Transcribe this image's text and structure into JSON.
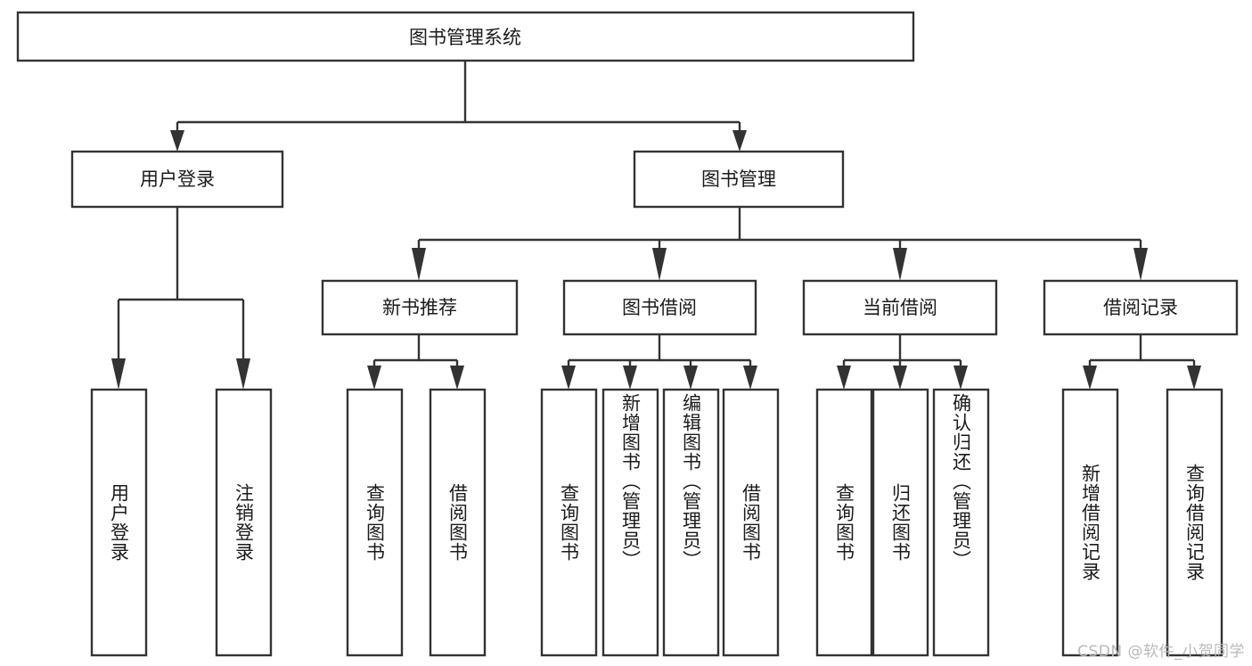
{
  "diagram": {
    "type": "tree-hierarchy",
    "title": "图书管理系统",
    "watermark": "CSDN @软件_小贺同学",
    "colors": {
      "stroke": "#333333",
      "fill": "#ffffff",
      "text": "#1b1b1b",
      "watermark": "#b9b9b9"
    },
    "levels": {
      "root": {
        "label": "图书管理系统"
      },
      "level2": [
        {
          "label": "用户登录"
        },
        {
          "label": "图书管理"
        }
      ],
      "level3": [
        {
          "label": "新书推荐"
        },
        {
          "label": "图书借阅"
        },
        {
          "label": "当前借阅"
        },
        {
          "label": "借阅记录"
        }
      ],
      "level4": [
        {
          "label": "用户登录",
          "parent": "用户登录"
        },
        {
          "label": "注销登录",
          "parent": "用户登录"
        },
        {
          "label": "查询图书",
          "parent": "新书推荐"
        },
        {
          "label": "借阅图书",
          "parent": "新书推荐"
        },
        {
          "label": "查询图书",
          "parent": "图书借阅"
        },
        {
          "label": "新增图书（管理员）",
          "parent": "图书借阅"
        },
        {
          "label": "编辑图书（管理员）",
          "parent": "图书借阅"
        },
        {
          "label": "借阅图书",
          "parent": "图书借阅"
        },
        {
          "label": "查询图书",
          "parent": "当前借阅"
        },
        {
          "label": "归还图书",
          "parent": "当前借阅"
        },
        {
          "label": "确认归还（管理员）",
          "parent": "当前借阅"
        },
        {
          "label": "新增借阅记录",
          "parent": "借阅记录"
        },
        {
          "label": "查询借阅记录",
          "parent": "借阅记录"
        }
      ]
    },
    "nodes": {
      "root": {
        "label": "图书管理系统"
      },
      "user_login": {
        "label": "用户登录"
      },
      "book_manage": {
        "label": "图书管理"
      },
      "new_book_rec": {
        "label": "新书推荐"
      },
      "book_borrow": {
        "label": "图书借阅"
      },
      "current_borrow": {
        "label": "当前借阅"
      },
      "borrow_record": {
        "label": "借阅记录"
      },
      "leaf_user_login": {
        "label": "用户登录"
      },
      "leaf_logout": {
        "label": "注销登录"
      },
      "leaf_query_book_1": {
        "label": "查询图书"
      },
      "leaf_borrow_book_1": {
        "label": "借阅图书"
      },
      "leaf_query_book_2": {
        "label": "查询图书"
      },
      "leaf_add_book": {
        "label": "新增图书（管理员）"
      },
      "leaf_edit_book": {
        "label": "编辑图书（管理员）"
      },
      "leaf_borrow_book_2": {
        "label": "借阅图书"
      },
      "leaf_query_book_3": {
        "label": "查询图书"
      },
      "leaf_return_book": {
        "label": "归还图书"
      },
      "leaf_confirm_return": {
        "label": "确认归还（管理员）"
      },
      "leaf_add_record": {
        "label": "新增借阅记录"
      },
      "leaf_query_record": {
        "label": "查询借阅记录"
      }
    }
  }
}
